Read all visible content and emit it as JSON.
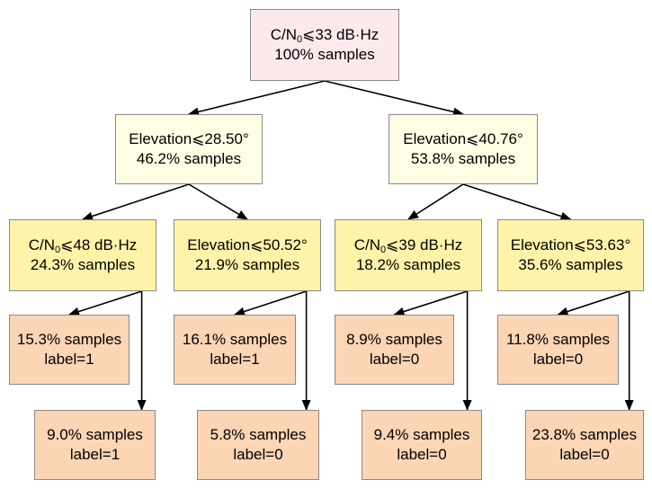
{
  "nodes": {
    "root": {
      "pre": "C/N",
      "sub": "0",
      "post": "⩽33 dB·Hz",
      "samples": "100% samples"
    },
    "l": {
      "text": "Elevation⩽28.50°",
      "samples": "46.2% samples"
    },
    "r": {
      "text": "Elevation⩽40.76°",
      "samples": "53.8% samples"
    },
    "ll": {
      "pre": "C/N",
      "sub": "0",
      "post": "⩽48 dB·Hz",
      "samples": "24.3% samples"
    },
    "lr": {
      "text": "Elevation⩽50.52°",
      "samples": "21.9% samples"
    },
    "rl": {
      "pre": "C/N",
      "sub": "0",
      "post": "⩽39 dB·Hz",
      "samples": "18.2% samples"
    },
    "rr": {
      "text": "Elevation⩽53.63°",
      "samples": "35.6% samples"
    },
    "ll_a": {
      "samples": "15.3% samples",
      "label": "label=1"
    },
    "ll_b": {
      "samples": "9.0% samples",
      "label": "label=1"
    },
    "lr_a": {
      "samples": "16.1% samples",
      "label": "label=1"
    },
    "lr_b": {
      "samples": "5.8% samples",
      "label": "label=0"
    },
    "rl_a": {
      "samples": "8.9% samples",
      "label": "label=0"
    },
    "rl_b": {
      "samples": "9.4% samples",
      "label": "label=0"
    },
    "rr_a": {
      "samples": "11.8% samples",
      "label": "label=0"
    },
    "rr_b": {
      "samples": "23.8% samples",
      "label": "label=0"
    }
  },
  "edges": [
    [
      "root",
      "l"
    ],
    [
      "root",
      "r"
    ],
    [
      "l",
      "ll"
    ],
    [
      "l",
      "lr"
    ],
    [
      "r",
      "rl"
    ],
    [
      "r",
      "rr"
    ],
    [
      "ll",
      "ll_a"
    ],
    [
      "ll",
      "ll_b"
    ],
    [
      "lr",
      "lr_a"
    ],
    [
      "lr",
      "lr_b"
    ],
    [
      "rl",
      "rl_a"
    ],
    [
      "rl",
      "rl_b"
    ],
    [
      "rr",
      "rr_a"
    ],
    [
      "rr",
      "rr_b"
    ]
  ]
}
